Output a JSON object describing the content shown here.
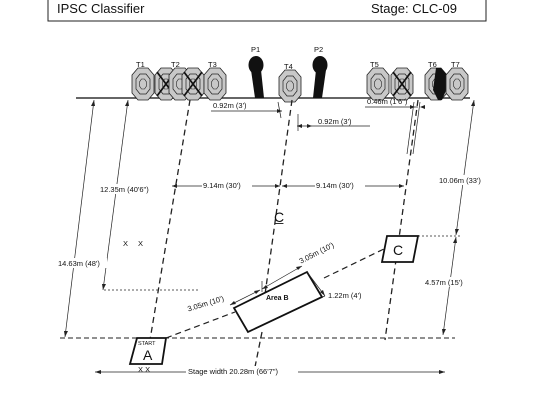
{
  "header": {
    "title_left": "IPSC Classifier",
    "title_right": "Stage: CLC-09"
  },
  "targets": {
    "t1": "T1",
    "t2": "T2",
    "t3": "T3",
    "t4": "T4",
    "t5": "T5",
    "t6": "T6",
    "t7": "T7",
    "p1": "P1",
    "p2": "P2"
  },
  "dimensions": {
    "gap_t3_t4": "0.92m (3')",
    "gap_t4_p2": "0.92m (3')",
    "gap_t5_t6": "0.46m (1'6\")",
    "left_lane": "9.14m (30')",
    "right_lane": "9.14m (30')",
    "left_depth_inner": "12.35m (40'6\")",
    "left_depth_outer": "14.63m (48')",
    "right_depth_top": "10.06m (33')",
    "right_depth_bottom": "4.57m (15')",
    "area_b_upper_len": "3.05m (10')",
    "area_b_lower_len": "3.05m (10')",
    "area_b_width": "1.22m (4')",
    "stage_width": "Stage width 20.28m (66'7\")"
  },
  "areas": {
    "start_label": "START",
    "a_label": "A",
    "b_label": "Area B",
    "c_label": "C",
    "centerline": "C̲"
  }
}
